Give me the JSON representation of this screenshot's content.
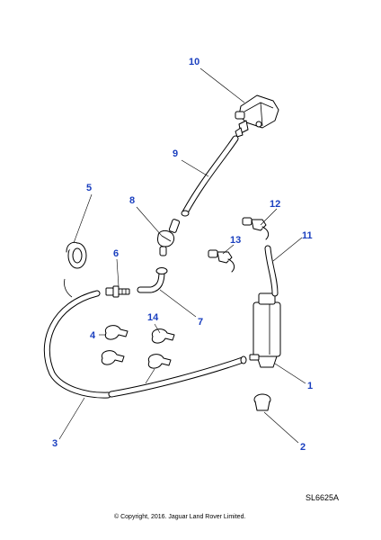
{
  "callouts": {
    "c1": "1",
    "c2": "2",
    "c3": "3",
    "c4": "4",
    "c5": "5",
    "c6": "6",
    "c7": "7",
    "c8": "8",
    "c9": "9",
    "c10": "10",
    "c11": "11",
    "c12": "12",
    "c13": "13",
    "c14": "14"
  },
  "reference_code": "SL6625A",
  "copyright": "© Copyright, 2016. Jaguar Land Rover Limited."
}
